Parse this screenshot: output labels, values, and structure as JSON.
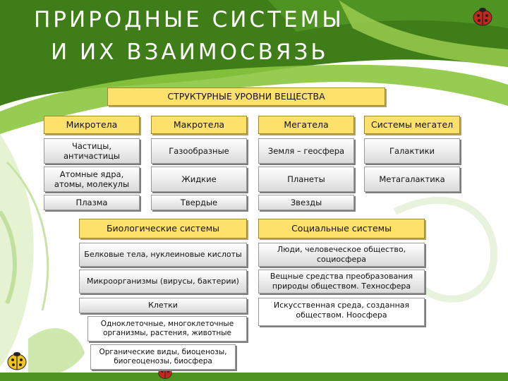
{
  "title": {
    "line1": "ПРИРОДНЫЕ СИСТЕМЫ",
    "line2": "И ИХ ВЗАИМОСВЯЗЬ"
  },
  "colors": {
    "green_dark": "#3d7a16",
    "green_light": "#8cc63f",
    "yellow": "#fde16a",
    "ladybug": "#c0281e"
  },
  "structural": {
    "header": "СТРУКТУРНЫЕ УРОВНИ ВЕЩЕСТВА",
    "micro": {
      "title": "Микротела",
      "items": [
        "Частицы, античастицы",
        "Атомные ядра, атомы, молекулы",
        "Плазма"
      ]
    },
    "macro": {
      "title": "Макротела",
      "items": [
        "Газообразные",
        "Жидкие",
        "Твердые"
      ]
    },
    "mega": {
      "title": "Мегатела",
      "items": [
        "Земля – геосфера",
        "Планеты",
        "Звезды"
      ]
    },
    "system": {
      "title": "Системы мегател",
      "items": [
        "Галактики",
        "Метагалактика"
      ]
    }
  },
  "biological": {
    "title": "Биологические системы",
    "items": [
      "Белковые тела, нуклеиновые кислоты",
      "Микроорганизмы (вирусы, бактерии)",
      "Клетки",
      "Одноклеточные, многоклеточные организмы, растения, животные",
      "Органические виды, биоценозы, биогеоценозы, биосфера"
    ]
  },
  "social": {
    "title": "Социальные системы",
    "items": [
      "Люди, человеческое общество, социосфера",
      "Вещные средства преобразования природы обществом. Техносфера",
      "Искусственная среда, созданная обществом. Ноосфера"
    ]
  },
  "icons": [
    "ladybug-icon"
  ]
}
